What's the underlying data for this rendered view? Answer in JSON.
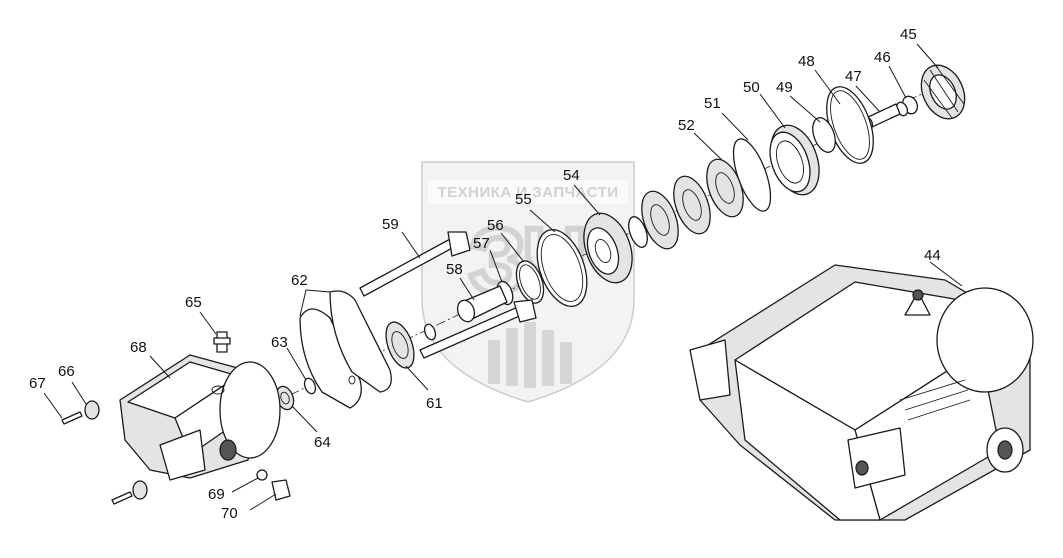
{
  "watermark": {
    "text": "ТЕХНИКА И ЗАПЧАСТИ",
    "logo_letters": "ЗЧ"
  },
  "callouts": {
    "c44": "44",
    "c45": "45",
    "c46": "46",
    "c47": "47",
    "c48": "48",
    "c49": "49",
    "c50": "50",
    "c51": "51",
    "c52": "52",
    "c54": "54",
    "c55": "55",
    "c56": "56",
    "c57": "57",
    "c58": "58",
    "c59": "59",
    "c61": "61",
    "c62": "62",
    "c63": "63",
    "c64": "64",
    "c65": "65",
    "c66": "66",
    "c67": "67",
    "c68": "68",
    "c69": "69",
    "c70": "70"
  },
  "colors": {
    "line": "#1a1a1a",
    "watermark": "#d8d8d8",
    "background": "#ffffff"
  }
}
